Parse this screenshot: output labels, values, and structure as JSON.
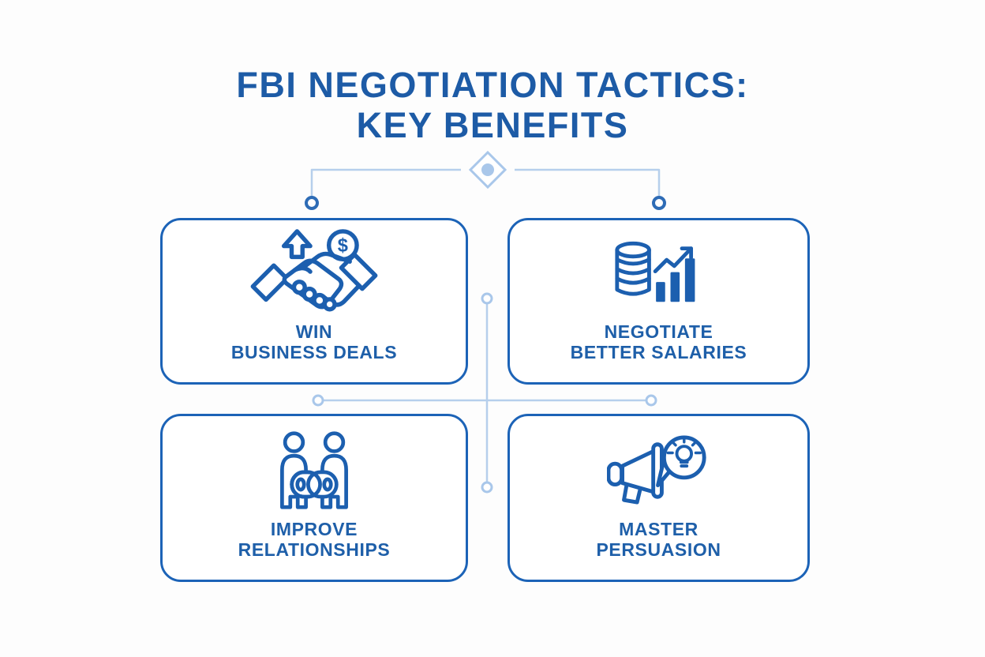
{
  "background": "#fdfdfd",
  "colors": {
    "title_text": "#1d5ba6",
    "label_text": "#1e5fa9",
    "card_border": "#1c63b7",
    "icon_stroke": "#1c5faf",
    "connector_light": "#b6cfec",
    "connector_node_dark": "#2e6cb6",
    "diamond_fill": "#a9c7ea"
  },
  "title": {
    "line1": "FBI NEGOTIATION TACTICS:",
    "line2": "KEY BENEFITS"
  },
  "cards": [
    {
      "id": "win-business-deals",
      "icon": "handshake-growth-icon",
      "label_line1": "WIN",
      "label_line2": "BUSINESS DEALS",
      "badge": "$"
    },
    {
      "id": "negotiate-better-salaries",
      "icon": "coins-bar-chart-icon",
      "label_line1": "NEGOTIATE",
      "label_line2": "BETTER SALARIES"
    },
    {
      "id": "improve-relationships",
      "icon": "people-link-icon",
      "label_line1": "IMPROVE",
      "label_line2": "RELATIONSHIPS"
    },
    {
      "id": "master-persuasion",
      "icon": "megaphone-idea-icon",
      "label_line1": "MASTER",
      "label_line2": "PERSUASION"
    }
  ]
}
